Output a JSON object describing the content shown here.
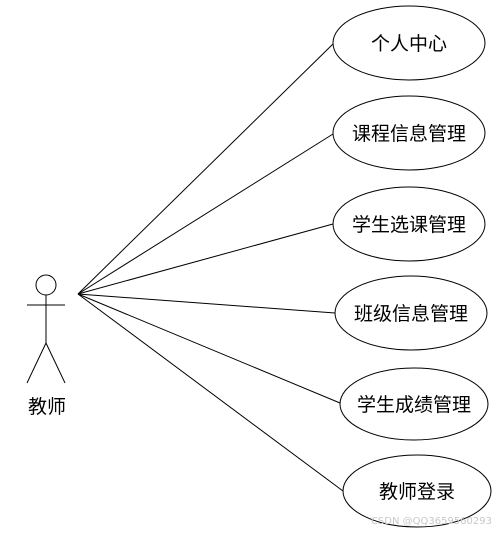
{
  "diagram": {
    "actor": {
      "label": "教师"
    },
    "use_cases": [
      {
        "label": "个人中心"
      },
      {
        "label": "课程信息管理"
      },
      {
        "label": "学生选课管理"
      },
      {
        "label": "班级信息管理"
      },
      {
        "label": "学生成绩管理"
      },
      {
        "label": "教师登录"
      }
    ]
  },
  "watermark": "CSDN @QQ3659560293"
}
